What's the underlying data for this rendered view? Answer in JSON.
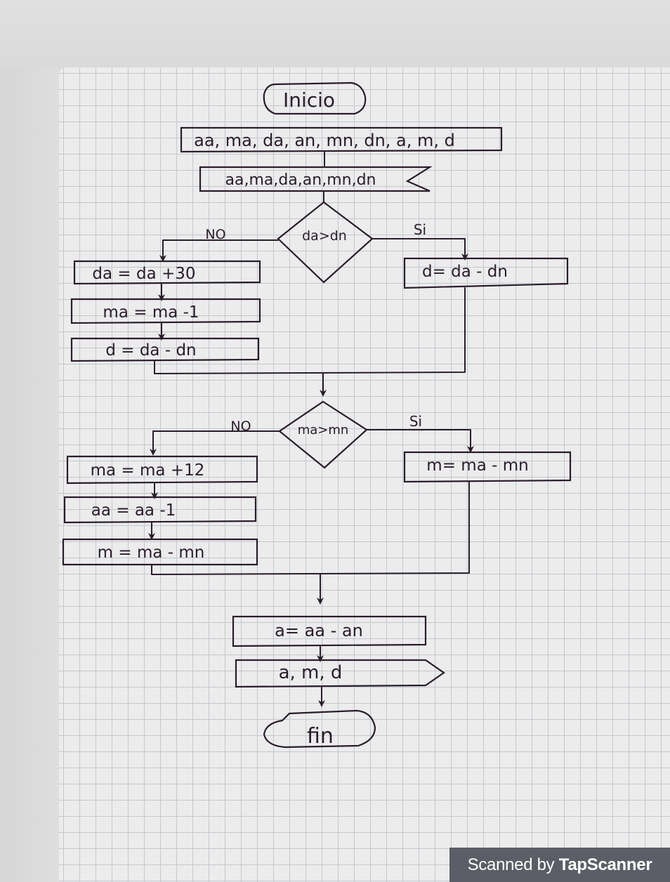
{
  "flowchart": {
    "start": "Inicio",
    "declare": "aa, ma, da, an, mn, dn, a, m, d",
    "input": "aa,ma,da,an,mn,dn",
    "decision1": {
      "condition": "da>dn",
      "no_label": "NO",
      "yes_label": "Si",
      "no_steps": [
        "da = da +30",
        "ma = ma -1",
        "d = da - dn"
      ],
      "yes_step": "d= da - dn"
    },
    "decision2": {
      "condition": "ma>mn",
      "no_label": "NO",
      "yes_label": "Si",
      "no_steps": [
        "ma = ma +12",
        "aa = aa -1",
        "m = ma - mn"
      ],
      "yes_step": "m= ma - mn"
    },
    "calc": "a= aa - an",
    "output": "a, m, d",
    "end": "fin"
  },
  "watermark": {
    "prefix": "Scanned by ",
    "brand": "TapScanner"
  }
}
